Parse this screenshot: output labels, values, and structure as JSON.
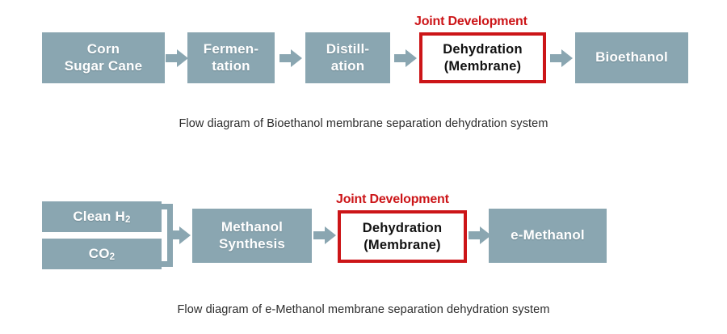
{
  "page": {
    "background": "#ffffff",
    "node_fill": "#8aa6b1",
    "node_text": "#ffffff",
    "highlight_border": "#cc1518",
    "highlight_text": "#111111",
    "arrow_color": "#8aa6b1",
    "caption_color": "#2b2b2b"
  },
  "diagrams": [
    {
      "id": "bioethanol",
      "caption": "Flow diagram of Bioethanol membrane separation dehydration system",
      "joint_development_label": "Joint Development",
      "nodes": [
        {
          "id": "feedstock",
          "lines": [
            "Corn",
            "Sugar Cane"
          ],
          "highlight": false
        },
        {
          "id": "fermentation",
          "lines": [
            "Fermen-",
            "tation"
          ],
          "highlight": false
        },
        {
          "id": "distillation",
          "lines": [
            "Distill-",
            "ation"
          ],
          "highlight": false
        },
        {
          "id": "dehydration",
          "lines": [
            "Dehydration",
            "(Membrane)"
          ],
          "highlight": true
        },
        {
          "id": "bioethanol",
          "lines": [
            "Bioethanol"
          ],
          "highlight": false
        }
      ]
    },
    {
      "id": "emethanol",
      "caption": "Flow diagram of e-Methanol membrane separation dehydration system",
      "joint_development_label": "Joint Development",
      "nodes": [
        {
          "id": "clean-h2",
          "lines": [
            "Clean H2"
          ],
          "highlight": false
        },
        {
          "id": "co2",
          "lines": [
            "CO2"
          ],
          "highlight": false
        },
        {
          "id": "methanol-synthesis",
          "lines": [
            "Methanol",
            "Synthesis"
          ],
          "highlight": false
        },
        {
          "id": "dehydration",
          "lines": [
            "Dehydration",
            "(Membrane)"
          ],
          "highlight": true
        },
        {
          "id": "e-methanol",
          "lines": [
            "e-Methanol"
          ],
          "highlight": false
        }
      ]
    }
  ]
}
